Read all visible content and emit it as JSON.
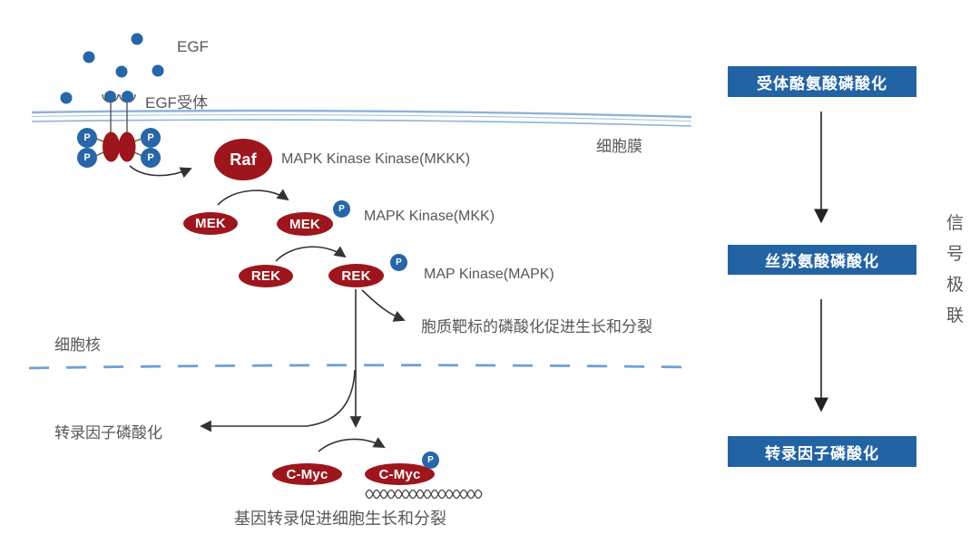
{
  "title": "EGF-MAPK signaling cascade diagram",
  "colors": {
    "node_red": "#9E161D",
    "phosphate_blue": "#2766A8",
    "summary_box_blue": "#2263A3",
    "membrane_blue": "#8FB2D6",
    "nucleus_dash_blue": "#6E9FD4",
    "label_gray": "#595757",
    "arrow_dark": "#333333"
  },
  "ligand": {
    "label": "EGF",
    "receptor_label": "EGF受体"
  },
  "membrane_label": "细胞膜",
  "nucleus_label": "细胞核",
  "phosphate_label": "P",
  "cascade_nodes": {
    "raf": {
      "label": "Raf",
      "annotation": "MAPK Kinase Kinase(MKKK)"
    },
    "mek": {
      "label": "MEK",
      "annotation": "MAPK Kinase(MKK)"
    },
    "rek": {
      "label": "REK",
      "annotation": "MAP Kinase(MAPK)"
    },
    "cmyc": {
      "label": "C-Myc"
    }
  },
  "notes": {
    "cytoplasm_target": "胞质靶标的磷酸化促进生长和分裂",
    "transcription_factor": "转录因子磷酸化",
    "gene_transcription": "基因转录促进细胞生长和分裂"
  },
  "summary_boxes": [
    {
      "label": "受体酪氨酸磷酸化"
    },
    {
      "label": "丝苏氨酸磷酸化"
    },
    {
      "label": "转录因子磷酸化"
    }
  ],
  "vertical_label": {
    "text": "信号极联",
    "chars": [
      "信",
      "号",
      "极",
      "联"
    ]
  }
}
